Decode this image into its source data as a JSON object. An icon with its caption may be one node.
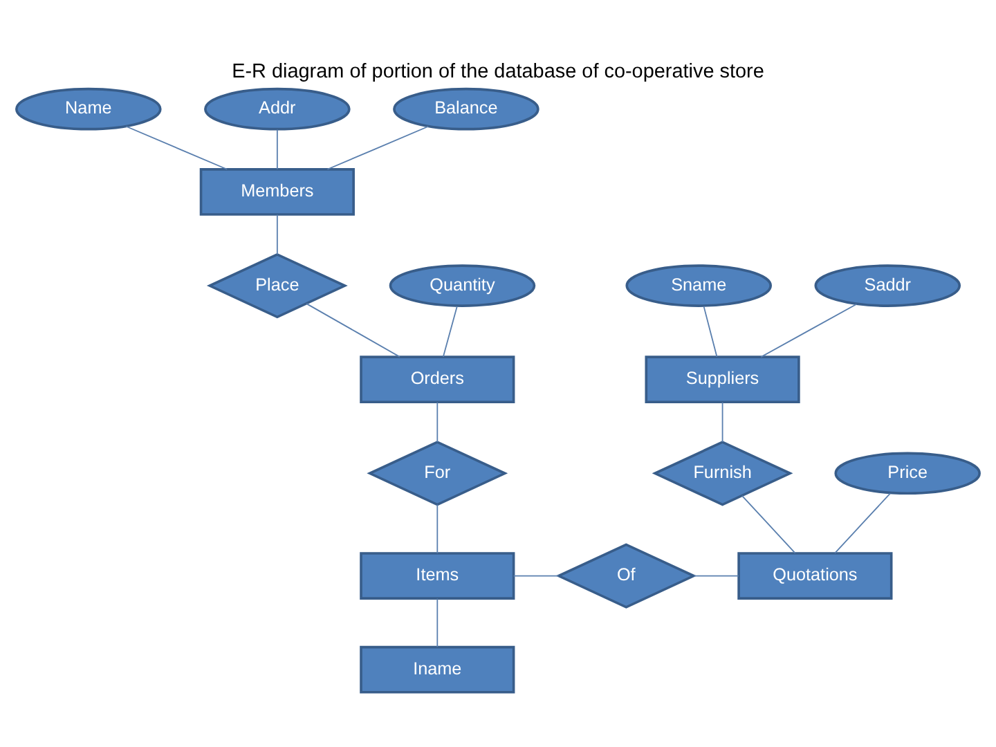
{
  "diagram": {
    "title": "E-R diagram of portion of the database of co-operative store",
    "nodes": [
      {
        "text": [
          "Name"
        ]
      },
      {
        "text": [
          "Addr"
        ]
      },
      {
        "text": [
          "Balance"
        ]
      },
      {
        "text": [
          "Members"
        ]
      },
      {
        "text": [
          "Quantity"
        ]
      },
      {
        "text": [
          "Sname"
        ]
      },
      {
        "text": [
          "Saddr"
        ]
      },
      {
        "text": [
          "Place"
        ]
      },
      {
        "text": [
          "Suppliers"
        ]
      },
      {
        "text": [
          "Orders"
        ]
      },
      {
        "text": [
          "Furnish"
        ]
      },
      {
        "text": [
          "For"
        ]
      },
      {
        "text": [
          "Price"
        ]
      },
      {
        "text": [
          "Items"
        ]
      },
      {
        "text": [
          "Of"
        ]
      },
      {
        "text": [
          "Quotations"
        ]
      },
      {
        "text": [
          "Iname"
        ]
      }
    ],
    "edges": [
      {
        "from": 0,
        "to": 3,
        "arrow": "none"
      },
      {
        "from": 1,
        "to": 3,
        "arrow": "none"
      },
      {
        "from": 2,
        "to": 3,
        "arrow": "none"
      },
      {
        "from": 3,
        "to": 7,
        "arrow": "none"
      },
      {
        "from": 7,
        "to": 9,
        "arrow": "none"
      },
      {
        "from": 4,
        "to": 9,
        "arrow": "none"
      },
      {
        "from": 5,
        "to": 8,
        "arrow": "none"
      },
      {
        "from": 6,
        "to": 8,
        "arrow": "none"
      },
      {
        "from": 8,
        "to": 10,
        "arrow": "none"
      },
      {
        "from": 10,
        "to": 15,
        "arrow": "none"
      },
      {
        "from": 12,
        "to": 15,
        "arrow": "none"
      },
      {
        "from": 9,
        "to": 11,
        "arrow": "none"
      },
      {
        "from": 11,
        "to": 13,
        "arrow": "none"
      },
      {
        "from": 13,
        "to": 16,
        "arrow": "none"
      },
      {
        "from": 13,
        "to": 14,
        "arrow": "none"
      },
      {
        "from": 14,
        "to": 15,
        "arrow": "none"
      }
    ]
  }
}
